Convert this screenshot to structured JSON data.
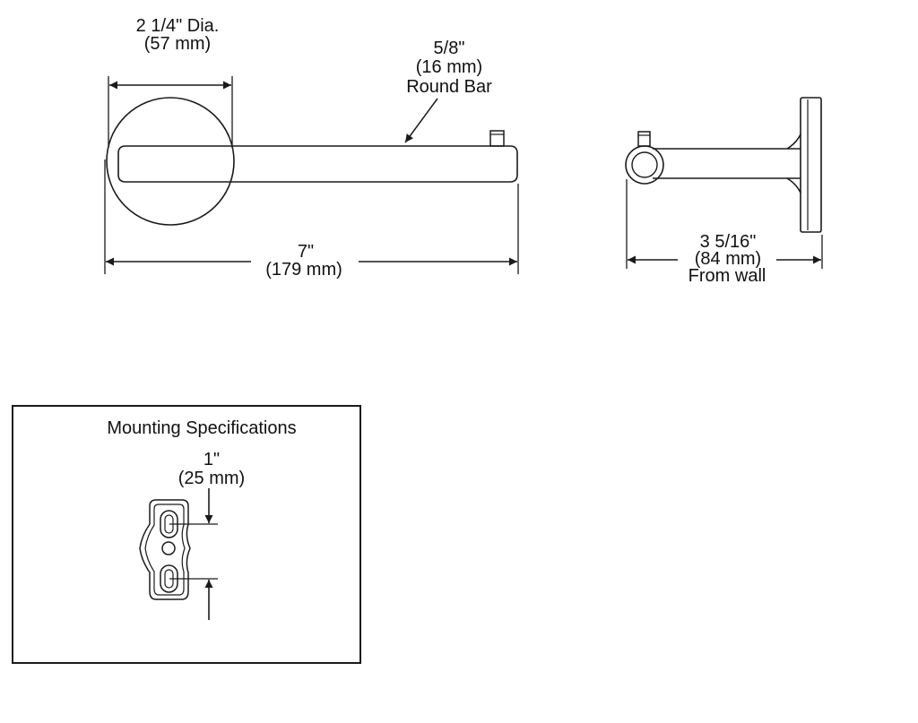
{
  "front_view": {
    "flange_diameter": {
      "imperial": "2 1/4\" Dia.",
      "metric": "(57 mm)"
    },
    "bar": {
      "imperial": "5/8\"",
      "metric": "(16 mm)",
      "description": "Round Bar"
    },
    "length": {
      "imperial": "7\"",
      "metric": "(179 mm)"
    }
  },
  "side_view": {
    "projection": {
      "imperial": "3 5/16\"",
      "metric": "(84 mm)",
      "note": "From wall"
    }
  },
  "mounting": {
    "title": "Mounting Specifications",
    "spacing": {
      "imperial": "1\"",
      "metric": "(25 mm)"
    }
  },
  "colors": {
    "line": "#1a1a1a",
    "background": "#ffffff"
  }
}
